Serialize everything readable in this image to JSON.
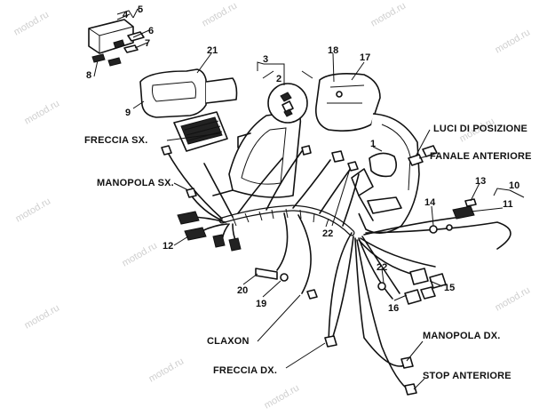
{
  "watermark": "motod.ru",
  "labels": {
    "luci_posizione": "LUCI DI POSIZIONE",
    "fanale_anteriore": "FANALE ANTERIORE",
    "freccia_sx": "FRECCIA SX.",
    "manopola_sx": "MANOPOLA SX.",
    "claxon": "CLAXON",
    "freccia_dx": "FRECCIA DX.",
    "manopola_dx": "MANOPOLA DX.",
    "stop_anteriore": "STOP ANTERIORE"
  },
  "callouts": {
    "n1": "1",
    "n2": "2",
    "n3": "3",
    "n4": "4",
    "n5": "5",
    "n6": "6",
    "n7": "7",
    "n8": "8",
    "n9": "9",
    "n10": "10",
    "n11": "11",
    "n12": "12",
    "n13": "13",
    "n14": "14",
    "n15": "15",
    "n16": "16",
    "n17": "17",
    "n18": "18",
    "n19": "19",
    "n20": "20",
    "n21": "21",
    "n22a": "22",
    "n22b": "22"
  }
}
